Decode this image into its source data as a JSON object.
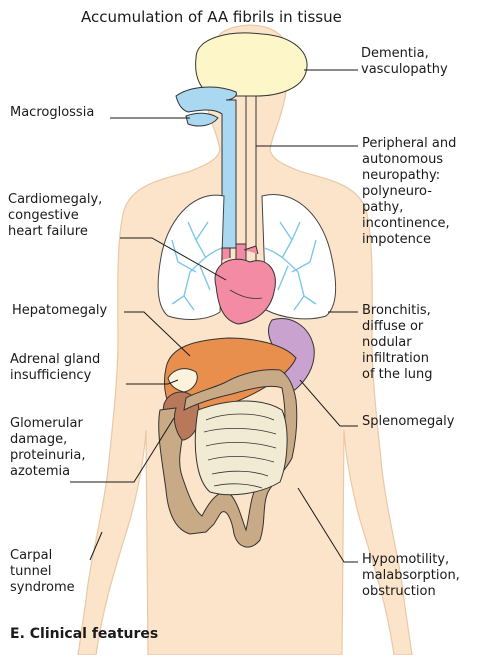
{
  "title": "Accumulation of AA fibrils in tissue",
  "caption": "E. Clinical features",
  "labels": {
    "dementia": "Dementia,\nvasculopathy",
    "macroglossia": "Macroglossia",
    "peripheral": "Peripheral and\nautonomous\nneuropathy:\npolyneuro-\npathy,\nincontinence,\nimpotence",
    "cardiomegaly": "Cardiomegaly,\ncongestive\nheart failure",
    "hepatomegaly": "Hepatomegaly",
    "bronchitis": "Bronchitis,\ndiffuse or\nnodular\ninfiltration\nof the lung",
    "adrenal": "Adrenal gland\ninsufficiency",
    "splenomegaly": "Splenomegaly",
    "glomerular": "Glomerular\ndamage,\nproteinuria,\nazotemia",
    "carpal": "Carpal\ntunnel\nsyndrome",
    "hypomotility": "Hypomotility,\nmalabsorption,\nobstruction"
  },
  "colors": {
    "skin": "#fce4cb",
    "skin_outline": "#e9c8a6",
    "brain": "#fdf6c8",
    "airway": "#a9d8f0",
    "lung_vessels": "#7cc6ec",
    "heart": "#f28ba3",
    "liver": "#e98f4e",
    "spleen": "#c9a2cf",
    "kidney": "#b9785a",
    "colon": "#c9aa86",
    "small_intestine": "#f1ebd3"
  }
}
